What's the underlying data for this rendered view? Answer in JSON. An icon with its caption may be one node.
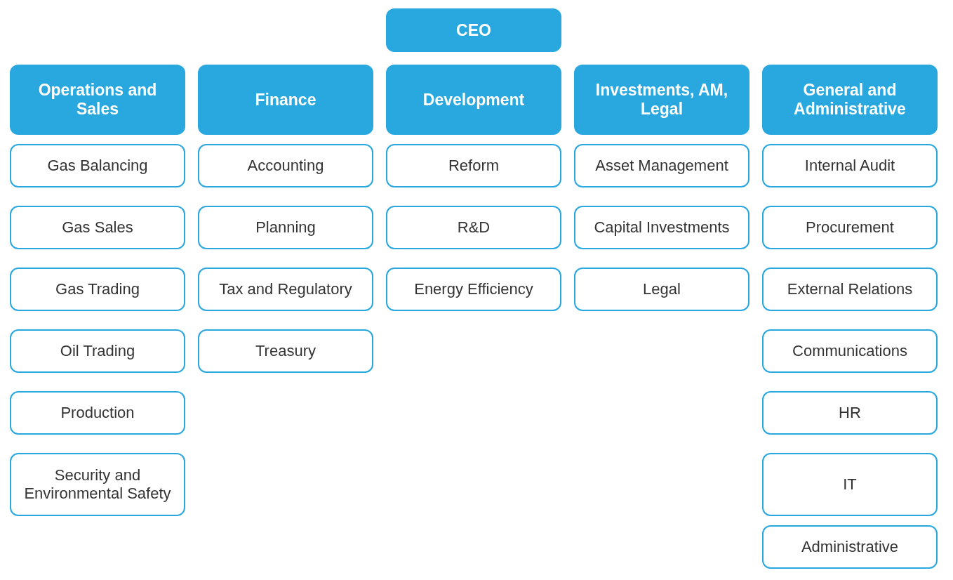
{
  "diagram": {
    "nodes": [
      {
        "text": [
          "CEO"
        ]
      },
      {
        "text": [
          "Operations and Sales"
        ]
      },
      {
        "text": [
          "Finance"
        ]
      },
      {
        "text": [
          "Development"
        ]
      },
      {
        "text": [
          "Investments, AM, Legal"
        ]
      },
      {
        "text": [
          "General and Administrative"
        ]
      },
      {
        "text": [
          "Gas Balancing"
        ]
      },
      {
        "text": [
          "Accounting"
        ]
      },
      {
        "text": [
          "Reform"
        ]
      },
      {
        "text": [
          "Asset Management"
        ]
      },
      {
        "text": [
          "Internal Audit"
        ]
      },
      {
        "text": [
          "Gas Sales"
        ]
      },
      {
        "text": [
          "Planning"
        ]
      },
      {
        "text": [
          "R&D"
        ]
      },
      {
        "text": [
          "Capital Investments"
        ]
      },
      {
        "text": [
          "Procurement"
        ]
      },
      {
        "text": [
          "Gas Trading"
        ]
      },
      {
        "text": [
          "Tax and Regulatory"
        ]
      },
      {
        "text": [
          "Energy Efficiency"
        ]
      },
      {
        "text": [
          "Legal"
        ]
      },
      {
        "text": [
          "External Relations"
        ]
      },
      {
        "text": [
          "Oil Trading"
        ]
      },
      {
        "text": [
          "Treasury"
        ]
      },
      {
        "text": [
          "Communications"
        ]
      },
      {
        "text": [
          "Production"
        ]
      },
      {
        "text": [
          "HR"
        ]
      },
      {
        "text": [
          "Security and Environmental Safety"
        ]
      },
      {
        "text": [
          "IT"
        ]
      },
      {
        "text": [
          "Administrative"
        ]
      }
    ]
  }
}
